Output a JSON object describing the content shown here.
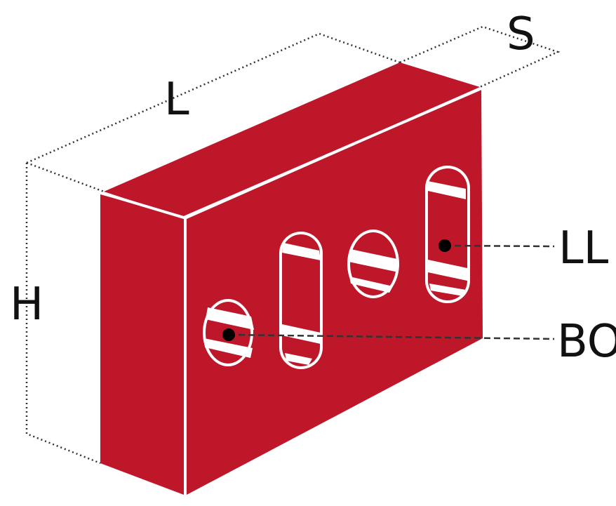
{
  "diagram": {
    "labels": {
      "length": "L",
      "thickness": "S",
      "height": "H",
      "long_hole": "LL",
      "round_hole": "BO"
    },
    "colors": {
      "brick_front": "#bd1729",
      "brick_side": "#bd1729",
      "brick_top": "#bd1729",
      "edge_line": "#ffffff",
      "dimension_line": "#333333",
      "leader_line": "#333333",
      "marker_dot": "#000000"
    }
  }
}
